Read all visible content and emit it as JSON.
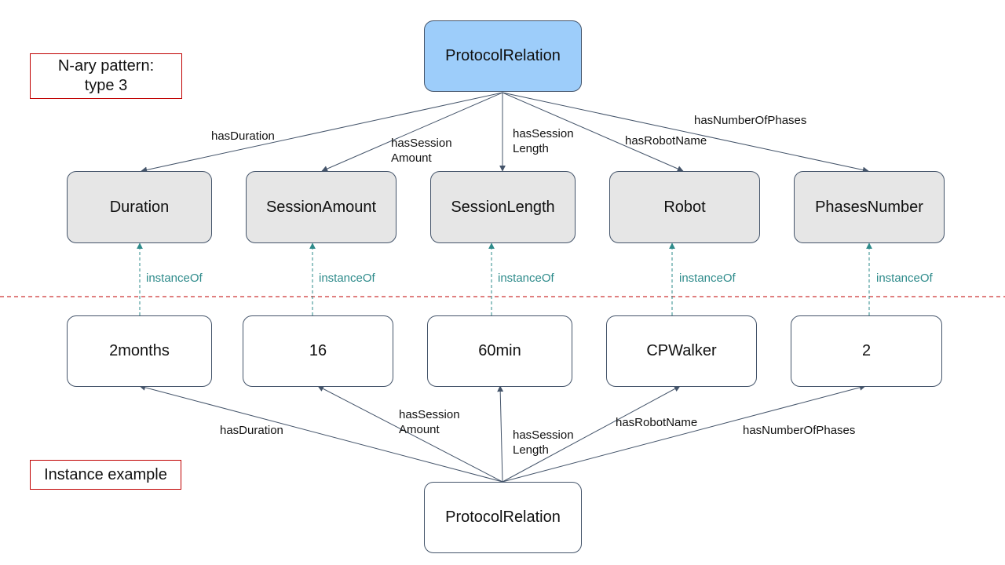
{
  "pattern_label": {
    "line1": "N-ary pattern:",
    "line2": "type 3"
  },
  "instance_label": "Instance example",
  "top_node": "ProtocolRelation",
  "bottom_node": "ProtocolRelation",
  "classes": [
    "Duration",
    "SessionAmount",
    "SessionLength",
    "Robot",
    "PhasesNumber"
  ],
  "instances": [
    "2months",
    "16",
    "60min",
    "CPWalker",
    "2"
  ],
  "properties": [
    {
      "line1": "hasDuration",
      "line2": ""
    },
    {
      "line1": "hasSession",
      "line2": "Amount"
    },
    {
      "line1": "hasSession",
      "line2": "Length"
    },
    {
      "line1": "hasRobotName",
      "line2": ""
    },
    {
      "line1": "hasNumberOfPhases",
      "line2": ""
    }
  ],
  "instance_of_label": "instanceOf",
  "colors": {
    "top_fill": "#9dcdfa",
    "class_fill": "#e6e6e6",
    "edge": "#44546a",
    "instance_of": "#2e8b8b",
    "divider": "#c00000"
  }
}
